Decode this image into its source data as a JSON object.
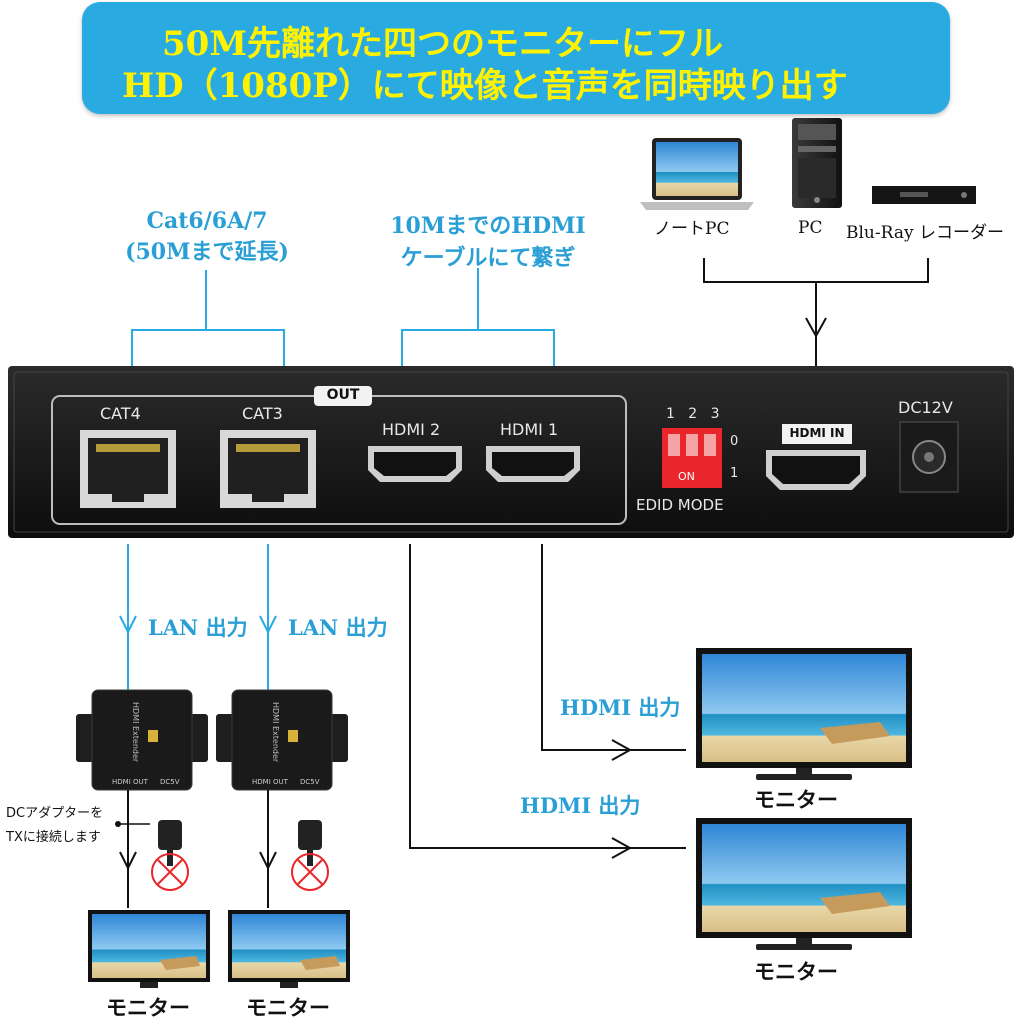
{
  "banner": {
    "line1": "50M先離れた四つのモニターにフル",
    "line2": "HD（1080P）にて映像と音声を同時映り出す"
  },
  "captions": {
    "cat_line1": "Cat6/6A/7",
    "cat_line2": "(50Mまで延長)",
    "hdmi_line1": "10MまでのHDMI",
    "hdmi_line2": "ケーブルにて繋ぎ"
  },
  "sources": {
    "laptop": "ノートPC",
    "pc": "PC",
    "bluray": "Blu-Ray レコーダー"
  },
  "panel": {
    "out_badge": "OUT",
    "cat4": "CAT4",
    "cat3": "CAT3",
    "hdmi2": "HDMI 2",
    "hdmi1": "HDMI 1",
    "dip_numbers": [
      "1",
      "2",
      "3"
    ],
    "dip_state_0": "0",
    "dip_state_1": "1",
    "dip_on": "ON",
    "edid_mode": "EDID MODE",
    "hdmi_in": "HDMI IN",
    "dc12v": "DC12V"
  },
  "outputs": {
    "lan1": "LAN 出力",
    "lan2": "LAN 出力",
    "hdmi_out_a": "HDMI 出力",
    "hdmi_out_b": "HDMI 出力"
  },
  "receiver": {
    "brand": "HDMI Extender",
    "hdmi_out": "HDMI OUT",
    "dc5v": "DC5V"
  },
  "note": {
    "line1": "DCアダプターを",
    "line2": "TXに接続します"
  },
  "monitors": {
    "label_right_top": "モニター",
    "label_right_bottom": "モニター",
    "label_left_1": "モニター",
    "label_left_2": "モニター"
  },
  "colors": {
    "accent_blue": "#29abe2",
    "banner_text": "#fff200",
    "dip_red": "#e8262b"
  }
}
